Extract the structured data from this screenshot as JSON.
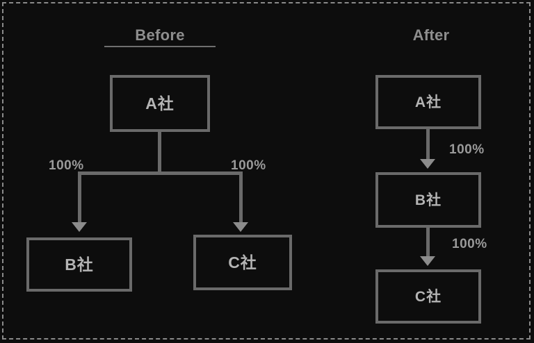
{
  "diagram": {
    "title_colors": {
      "background": "#0d0d0d",
      "frame": "#8a8a8a",
      "box_border": "#6a6a6a",
      "text": "#b4b4b4",
      "connector": "#6a6a6a",
      "arrowhead": "#8c8c8c",
      "percent_text": "#9a9a9a"
    },
    "panels": [
      {
        "id": "before",
        "title": "Before",
        "nodes": [
          {
            "id": "before-a",
            "label": "A社"
          },
          {
            "id": "before-b",
            "label": "B社"
          },
          {
            "id": "before-c",
            "label": "C社"
          }
        ],
        "edges": [
          {
            "from": "A社",
            "to": "B社",
            "label": "100%"
          },
          {
            "from": "A社",
            "to": "C社",
            "label": "100%"
          }
        ]
      },
      {
        "id": "after",
        "title": "After",
        "nodes": [
          {
            "id": "after-a",
            "label": "A社"
          },
          {
            "id": "after-b",
            "label": "B社"
          },
          {
            "id": "after-c",
            "label": "C社"
          }
        ],
        "edges": [
          {
            "from": "A社",
            "to": "B社",
            "label": "100%"
          },
          {
            "from": "B社",
            "to": "C社",
            "label": "100%"
          }
        ]
      }
    ]
  }
}
